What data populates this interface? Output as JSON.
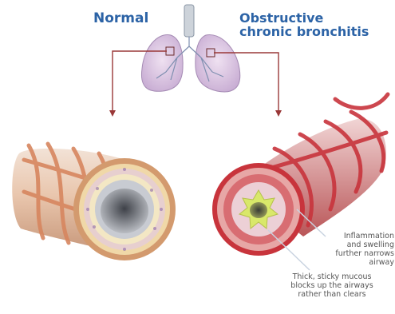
{
  "labels": {
    "normal": "Normal",
    "obstructive_line1": "Obstructive",
    "obstructive_line2": "chronic bronchitis"
  },
  "captions": {
    "mucous": [
      "Thick, sticky mucous",
      "blocks up the airways",
      "rather than clears"
    ],
    "inflammation": [
      "Inflammation",
      "and swelling",
      "further narrows",
      "airway"
    ]
  },
  "colors": {
    "label_blue": "#2c63a6",
    "arrow": "#9a3838",
    "lung": "#d9c3e0",
    "muscle": "#d7865f",
    "inflamed": "#c8343c",
    "mucous": "#d9e86a"
  }
}
